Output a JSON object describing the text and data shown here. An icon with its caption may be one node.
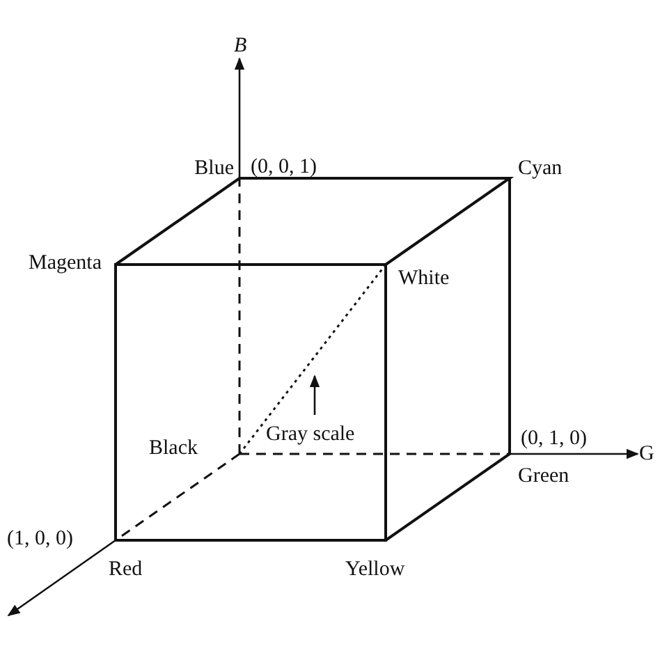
{
  "diagram": {
    "labels": [
      "B",
      "Blue",
      "(0, 0, 1)",
      "Cyan",
      "Magenta",
      "White",
      "Gray scale",
      "Black",
      "(0, 1, 0)",
      "G",
      "Green",
      "(1, 0, 0)",
      "Red",
      "Yellow"
    ]
  }
}
